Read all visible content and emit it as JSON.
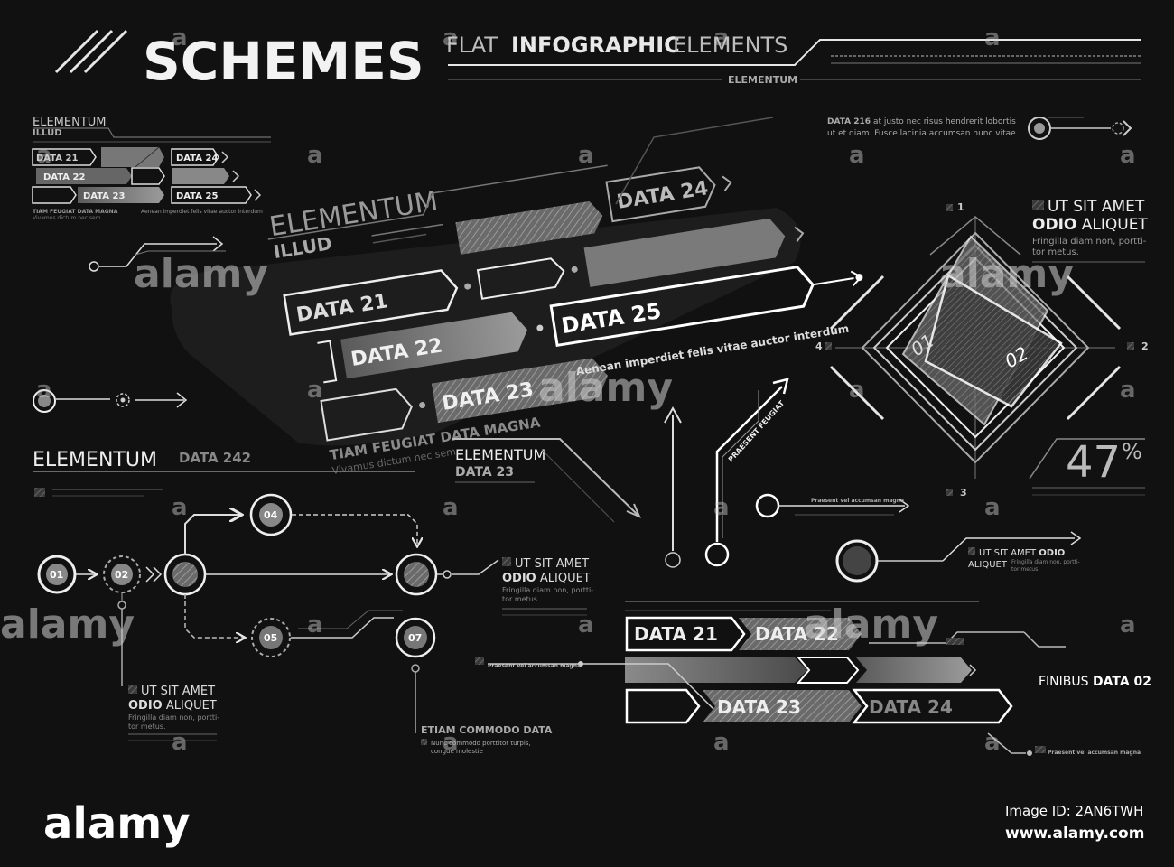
{
  "header": {
    "title": "SCHEMES",
    "subtitle_flat": "FLAT",
    "subtitle_infographic": "INFOGRAPHIC",
    "subtitle_elements": "ELEMENTS",
    "tag": "ELEMENTUM"
  },
  "mini_block": {
    "title": "ELEMENTUM",
    "title2": "ILLUD",
    "labels": [
      "DATA 21",
      "DATA 24",
      "DATA 22",
      "DATA 23",
      "DATA 25"
    ],
    "caption": "TIAM FEUGIAT DATA MAGNA",
    "caption_sub": "Vivamus dictum nec sem",
    "caption_right": "Aenean imperdiet felis vitae auctor interdum"
  },
  "perspective_block": {
    "title": "ELEMENTUM",
    "title2": "ILLUD",
    "d21": "DATA 21",
    "d22": "DATA 22",
    "d23": "DATA 23",
    "d24": "DATA 24",
    "d25": "DATA 25",
    "caption": "TIAM FEUGIAT DATA MAGNA",
    "caption_sub": "Vivamus dictum nec sem",
    "caption_right": "Aenean imperdiet felis vitae auctor interdum"
  },
  "top_right": {
    "line1_bold": "DATA 216",
    "line1": "at justo nec risus hendrerit lobortis",
    "line2": "ut et diam. Fusce lacinia accumsan nunc vitae"
  },
  "radar": {
    "axis": [
      "1",
      "2",
      "3",
      "4"
    ],
    "area1": "01",
    "area2": "02",
    "heading1": "UT SIT AMET",
    "heading2_bold": "ODIO",
    "heading2": "ALIQUET",
    "desc1": "Fringilla diam non, portti-",
    "desc2": "tor metus.",
    "percent": "47",
    "percent_sign": "%"
  },
  "flow": {
    "title": "ELEMENTUM",
    "title_data": "DATA 242",
    "nodes": [
      "01",
      "02",
      "04",
      "05",
      "07"
    ],
    "callout1_h1": "UT SIT AMET",
    "callout1_h2b": "ODIO",
    "callout1_h2": "ALIQUET",
    "callout1_d1": "Fringilla diam non, portti-",
    "callout1_d2": "tor metus.",
    "callout2_h1": "UT SIT AMET",
    "callout2_h2b": "ODIO",
    "callout2_h2": "ALIQUET",
    "callout2_d1": "Fringilla diam non, portti-",
    "callout2_d2": "tor metus.",
    "callout3_h": "ETIAM COMMODO DATA",
    "callout3_d1": "Nunc commodo porttitor turpis,",
    "callout3_d2": "congue molestie"
  },
  "center": {
    "el_title": "ELEMENTUM",
    "el_data": "DATA 23",
    "praesent": "PRAESENT FEUGIAT",
    "praesent_small": "Praesent vel accumsan magna",
    "callout_h1": "UT SIT AMET",
    "callout_h1b": "ODIO",
    "callout_h2": "ALIQUET",
    "callout_d": "Fringilla diam non, portti-",
    "callout_d2": "tor metus."
  },
  "bottom_bars": {
    "d21": "DATA 21",
    "d22": "DATA 22",
    "d23": "DATA 23",
    "d24": "DATA 24",
    "finibus": "FINIBUS",
    "finibus_b": "DATA 02",
    "small_left": "Praesent vel accumsan magna",
    "small_right": "Praesent vel accumsan magna"
  },
  "watermarks": {
    "brand": "alamy",
    "a": "a"
  },
  "footer": {
    "logo": "alamy",
    "image_id": "Image ID: 2AN6TWH",
    "url": "www.alamy.com"
  },
  "colors": {
    "bg": "#111111",
    "line": "#e6e6e6",
    "gray": "#8a8a8a",
    "dark_gray": "#555555"
  }
}
